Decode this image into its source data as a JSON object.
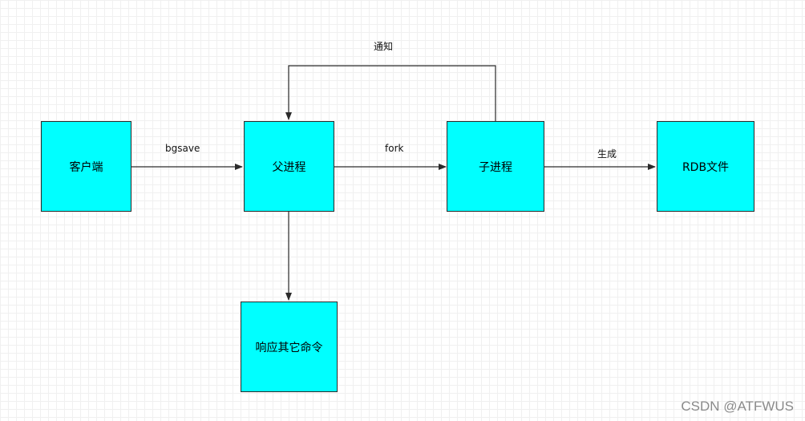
{
  "colors": {
    "box_fill": "#00ffff",
    "stroke": "#2a2a2a",
    "watermark": "#8a8a8a"
  },
  "nodes": {
    "client": "客户端",
    "parent": "父进程",
    "child": "子进程",
    "rdb": "RDB文件",
    "respond": "响应其它命令"
  },
  "edges": {
    "bgsave": "bgsave",
    "fork": "fork",
    "generate": "生成",
    "notify": "通知"
  },
  "watermark": "CSDN @ATFWUS"
}
